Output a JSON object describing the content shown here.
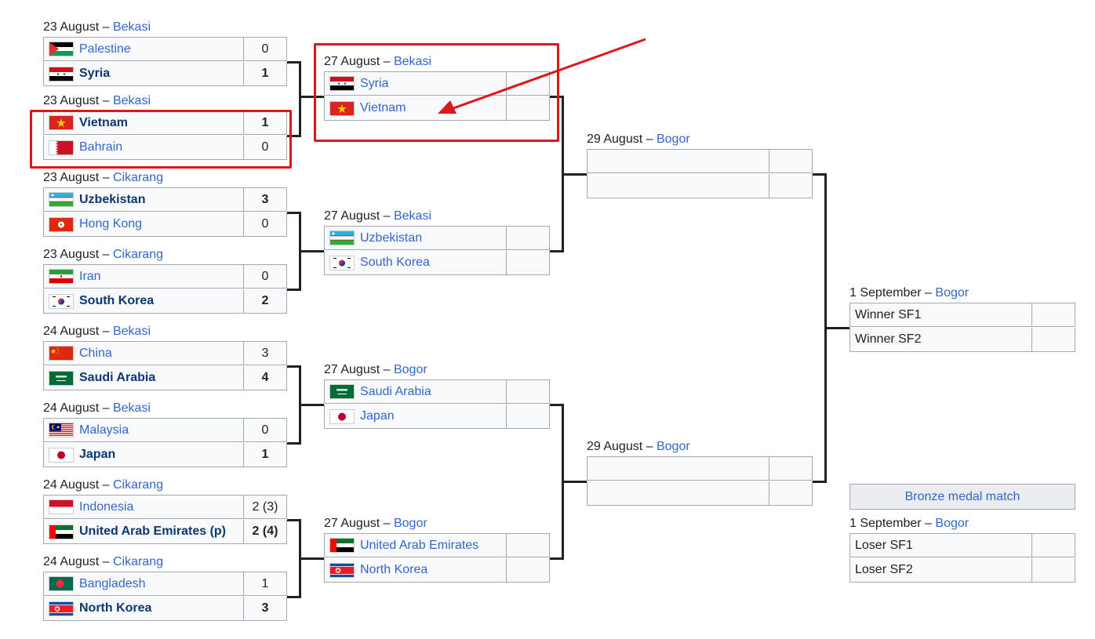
{
  "round1": [
    {
      "date": "23 August",
      "venue": "Bekasi",
      "teams": [
        {
          "name": "Palestine",
          "score": "0",
          "flag": "palestine-flag",
          "win": false
        },
        {
          "name": "Syria",
          "score": "1",
          "flag": "syria-flag",
          "win": true
        }
      ]
    },
    {
      "date": "23 August",
      "venue": "Bekasi",
      "teams": [
        {
          "name": "Vietnam",
          "score": "1",
          "flag": "vietnam-flag",
          "win": true
        },
        {
          "name": "Bahrain",
          "score": "0",
          "flag": "bahrain-flag",
          "win": false
        }
      ]
    },
    {
      "date": "23 August",
      "venue": "Cikarang",
      "teams": [
        {
          "name": "Uzbekistan",
          "score": "3",
          "flag": "uzbekistan-flag",
          "win": true
        },
        {
          "name": "Hong Kong",
          "score": "0",
          "flag": "hong-kong-flag",
          "win": false
        }
      ]
    },
    {
      "date": "23 August",
      "venue": "Cikarang",
      "teams": [
        {
          "name": "Iran",
          "score": "0",
          "flag": "iran-flag",
          "win": false
        },
        {
          "name": "South Korea",
          "score": "2",
          "flag": "south-korea-flag",
          "win": true
        }
      ]
    },
    {
      "date": "24 August",
      "venue": "Bekasi",
      "teams": [
        {
          "name": "China",
          "score": "3",
          "flag": "china-flag",
          "win": false
        },
        {
          "name": "Saudi Arabia",
          "score": "4",
          "flag": "saudi-arabia-flag",
          "win": true
        }
      ]
    },
    {
      "date": "24 August",
      "venue": "Bekasi",
      "teams": [
        {
          "name": "Malaysia",
          "score": "0",
          "flag": "malaysia-flag",
          "win": false
        },
        {
          "name": "Japan",
          "score": "1",
          "flag": "japan-flag",
          "win": true
        }
      ]
    },
    {
      "date": "24 August",
      "venue": "Cikarang",
      "teams": [
        {
          "name": "Indonesia",
          "score": "2 (3)",
          "flag": "indonesia-flag",
          "win": false
        },
        {
          "name": "United Arab Emirates (p)",
          "score": "2 (4)",
          "flag": "uae-flag",
          "win": true
        }
      ]
    },
    {
      "date": "24 August",
      "venue": "Cikarang",
      "teams": [
        {
          "name": "Bangladesh",
          "score": "1",
          "flag": "bangladesh-flag",
          "win": false
        },
        {
          "name": "North Korea",
          "score": "3",
          "flag": "north-korea-flag",
          "win": true
        }
      ]
    }
  ],
  "round2": [
    {
      "date": "27 August",
      "venue": "Bekasi",
      "teams": [
        {
          "name": "Syria",
          "score": "",
          "flag": "syria-flag"
        },
        {
          "name": "Vietnam",
          "score": "",
          "flag": "vietnam-flag"
        }
      ]
    },
    {
      "date": "27 August",
      "venue": "Bekasi",
      "teams": [
        {
          "name": "Uzbekistan",
          "score": "",
          "flag": "uzbekistan-flag"
        },
        {
          "name": "South Korea",
          "score": "",
          "flag": "south-korea-flag"
        }
      ]
    },
    {
      "date": "27 August",
      "venue": "Bogor",
      "teams": [
        {
          "name": "Saudi Arabia",
          "score": "",
          "flag": "saudi-arabia-flag"
        },
        {
          "name": "Japan",
          "score": "",
          "flag": "japan-flag"
        }
      ]
    },
    {
      "date": "27 August",
      "venue": "Bogor",
      "teams": [
        {
          "name": "United Arab Emirates",
          "score": "",
          "flag": "uae-flag"
        },
        {
          "name": "North Korea",
          "score": "",
          "flag": "north-korea-flag"
        }
      ]
    }
  ],
  "semis": [
    {
      "date": "29 August",
      "venue": "Bogor",
      "teams": [
        {
          "name": "",
          "score": ""
        },
        {
          "name": "",
          "score": ""
        }
      ]
    },
    {
      "date": "29 August",
      "venue": "Bogor",
      "teams": [
        {
          "name": "",
          "score": ""
        },
        {
          "name": "",
          "score": ""
        }
      ]
    }
  ],
  "final": {
    "date": "1 September",
    "venue": "Bogor",
    "teams": [
      {
        "name": "Winner SF1",
        "score": ""
      },
      {
        "name": "Winner SF2",
        "score": ""
      }
    ]
  },
  "bronze": {
    "heading": "Bronze medal match",
    "date": "1 September",
    "venue": "Bogor",
    "teams": [
      {
        "name": "Loser SF1",
        "score": ""
      },
      {
        "name": "Loser SF2",
        "score": ""
      }
    ]
  },
  "date_separator": " – ",
  "colors": {
    "link": "#3366cc",
    "winner": "#0c3773",
    "highlight": "#e0151b"
  }
}
